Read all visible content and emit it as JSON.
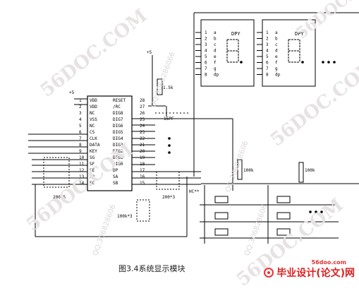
{
  "caption": "图3.4系统显示模块",
  "watermarks": [
    "56DOC.COM",
    "56DOC.COM",
    "56DOC.COM",
    "56DOC.COM",
    "56DOC.COM"
  ],
  "watermark_qq": [
    "QQ:3068286066",
    "QQ:306828606",
    "QQ:306828606",
    "QQ:306828606"
  ],
  "chip": {
    "left_pins": [
      "VDD",
      "VDD",
      "NC",
      "VSS",
      "NC",
      "CS",
      "CLK",
      "DATA",
      "KEY",
      "SG",
      "SF",
      "SE",
      "SD",
      "SC"
    ],
    "right_pins": [
      "RESET",
      "/RC",
      "DIG8",
      "DIG7",
      "DIG6",
      "DIG5",
      "DIG4",
      "DIG3",
      "DIG2",
      "DIG1",
      "DIG0",
      "DP",
      "SA",
      "SB"
    ],
    "left_numbers": [
      "1",
      "2",
      "3",
      "4",
      "5",
      "6",
      "7",
      "8",
      "9",
      "10",
      "11",
      "12",
      "13",
      "14"
    ],
    "right_numbers": [
      "28",
      "27",
      "26",
      "25",
      "24",
      "23",
      "22",
      "21",
      "20",
      "19",
      "18",
      "17",
      "16",
      "15"
    ]
  },
  "displays": [
    {
      "label": "DPY",
      "pins": [
        "a",
        "b",
        "c",
        "d",
        "e",
        "f",
        "g",
        "dp"
      ],
      "numbers": [
        "1",
        "2",
        "3",
        "4",
        "5",
        "6",
        "7",
        "8"
      ]
    },
    {
      "label": "DPY",
      "pins": [
        "a",
        "b",
        "c",
        "d",
        "e",
        "f",
        "g",
        "dp"
      ],
      "numbers": [
        "1",
        "2",
        "3",
        "4",
        "5",
        "6",
        "7",
        "8"
      ]
    }
  ],
  "components": {
    "vcc_left": "+5",
    "vcc_top": "+5",
    "res_top": "1.5k",
    "cap": "15PF",
    "res_100k_a": "100k",
    "res_100k_b": "100k",
    "resnet_left": "200*5",
    "resnet_mid": "200*3",
    "resnet_bottom": "100k*3",
    "hc_label": "HC**"
  },
  "logo": {
    "site": "56doo.com",
    "text": "毕业设计(论文)网"
  }
}
